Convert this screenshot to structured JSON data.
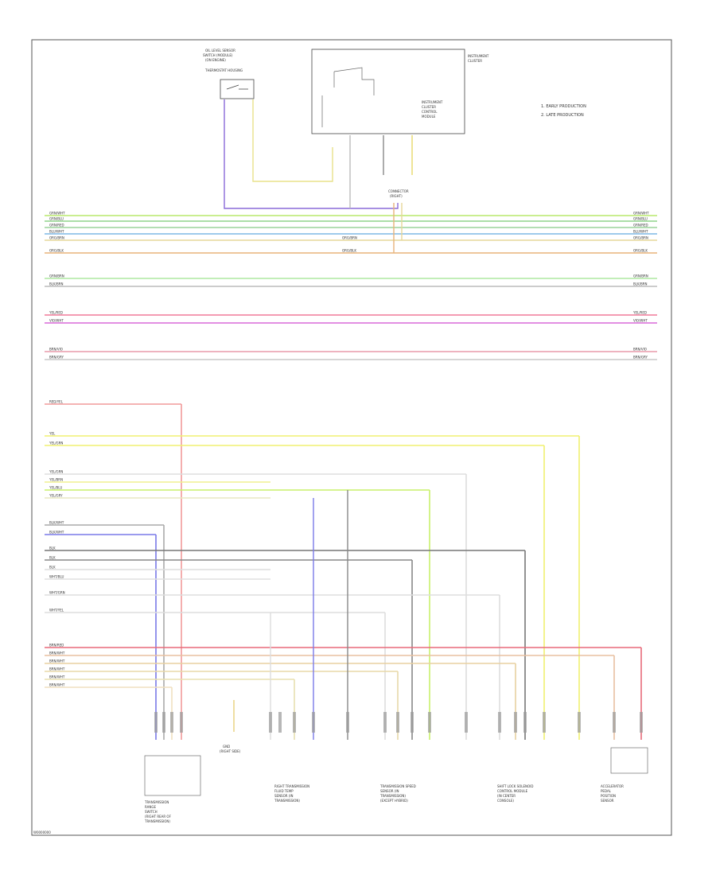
{
  "page": {
    "footer_code": "W0000000"
  },
  "legend": {
    "items": [
      "1. EARLY PRODUCTION",
      "2. LATE PRODUCTION"
    ]
  },
  "top_components": {
    "left_switch_label": [
      "OIL LEVEL SENSOR",
      "SWITCH (MODULE)",
      "(ON ENGINE)",
      "THERMOSTAT HOUSING"
    ],
    "right_module_label": [
      "INSTRUMENT",
      "CLUSTER"
    ],
    "module_inner_label": [
      "INSTRUMENT",
      "CLUSTER",
      "CONTROL",
      "MODULE"
    ],
    "connector_label": [
      "CONNECTOR",
      "(RIGHT)"
    ]
  },
  "bus_left_labels": [
    "GRN/WHT",
    "GRN/BLU",
    "GRN/RED",
    "BLU/WHT",
    "ORG/BRN",
    "ORG/BLK",
    "GRN/BRN",
    "BLK/BRN",
    "YEL/RED",
    "VIO/WHT",
    "BRN/VIO",
    "BRN/GRY"
  ],
  "bus_right_labels": [
    "GRN/WHT",
    "GRN/BLU",
    "GRN/RED",
    "BLU/WHT",
    "ORG/BRN",
    "ORG/BLK",
    "GRN/BRN",
    "BLK/BRN",
    "YEL/RED",
    "VIO/WHT",
    "BRN/VIO",
    "BRN/GRY"
  ],
  "mid_labels": [
    "ORG/BRN",
    "ORG/BLK"
  ],
  "lower_left_labels": [
    "RED/YEL",
    "YEL",
    "YEL/GRN",
    "YEL/GRN",
    "YEL/BRN",
    "YEL/BLU",
    "YEL/GRY",
    "BLK/WHT",
    "BLK/WHT",
    "BLK",
    "BLK",
    "BLK",
    "WHT/BLU",
    "WHT/GRN",
    "WHT/YEL",
    "BRN/RED",
    "BRN/WHT",
    "BRN/WHT",
    "BRN/WHT",
    "BRN/WHT",
    "BRN/WHT"
  ],
  "bottom_components": [
    [
      "TRANSMISSION",
      "RANGE",
      "SWITCH",
      "(RIGHT REAR OF",
      "TRANSMISSION)"
    ],
    [
      "RIGHT TRANSMISSION",
      "FLUID TEMP",
      "SENSOR (IN",
      "TRANSMISSION)"
    ],
    [
      "TRANSMISSION SPEED",
      "SENSOR (IN",
      "TRANSMISSION)",
      "(EXCEPT HYBRID)"
    ],
    [
      "SHIFT LOCK SOLENOID",
      "CONTROL MODULE",
      "(IN CENTER",
      "CONSOLE)"
    ],
    [
      "ACCELERATOR",
      "PEDAL",
      "POSITION",
      "SENSOR"
    ]
  ],
  "ground_label": [
    "GND",
    "(RIGHT SIDE)"
  ]
}
